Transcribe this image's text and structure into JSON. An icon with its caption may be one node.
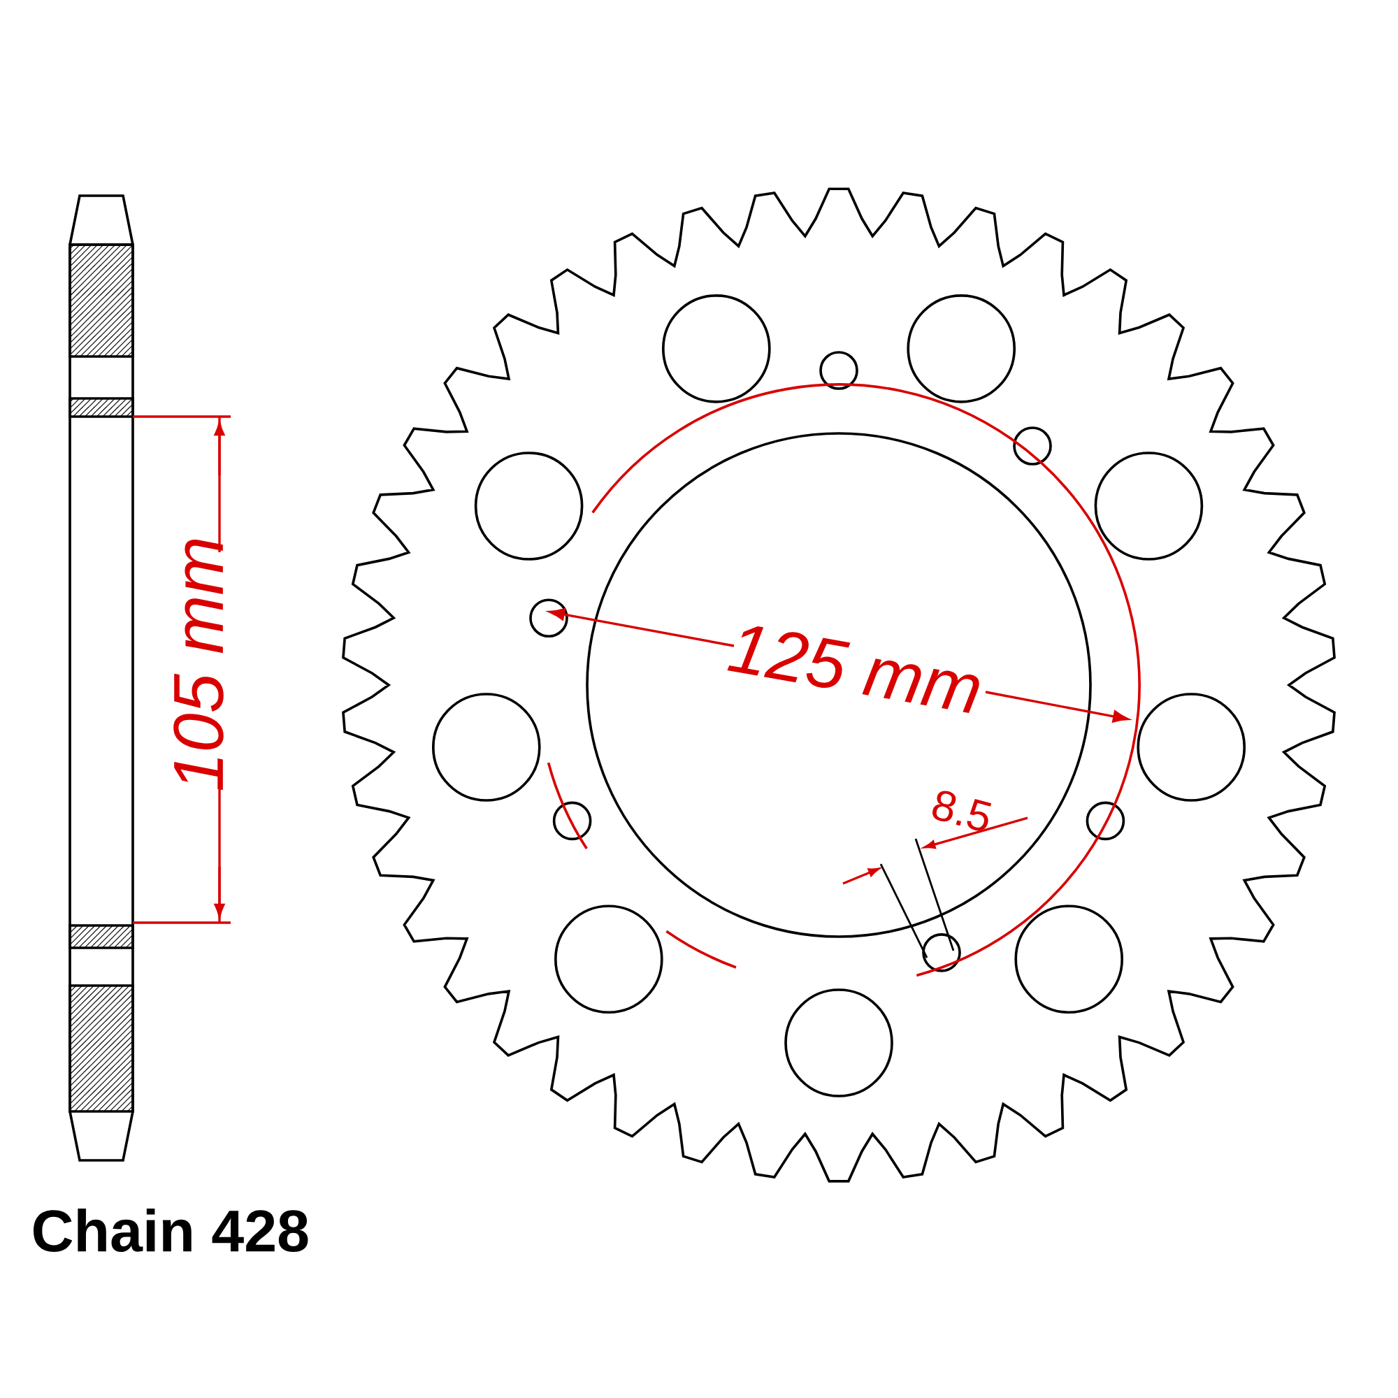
{
  "diagram": {
    "labels": [
      "Chain 428",
      "105 mm",
      "125 mm",
      "8.5"
    ]
  }
}
